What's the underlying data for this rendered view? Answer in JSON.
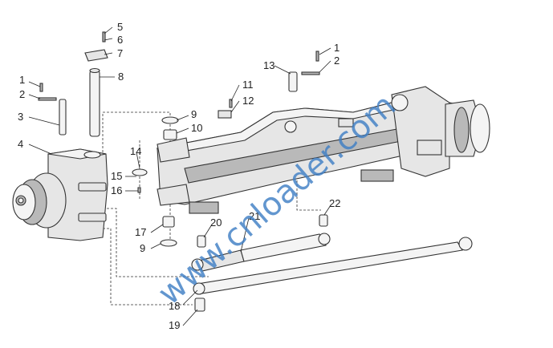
{
  "callouts": [
    "1",
    "2",
    "3",
    "4",
    "5",
    "6",
    "7",
    "8",
    "9",
    "10",
    "11",
    "12",
    "13",
    "1",
    "2",
    "14",
    "15",
    "16",
    "17",
    "9",
    "20",
    "21",
    "22",
    "18",
    "19"
  ],
  "watermark": "www.cnloader.com",
  "colors": {
    "watermark": "#3f7fc4",
    "line": "#333333",
    "part_fill": "#e6e6e6"
  }
}
